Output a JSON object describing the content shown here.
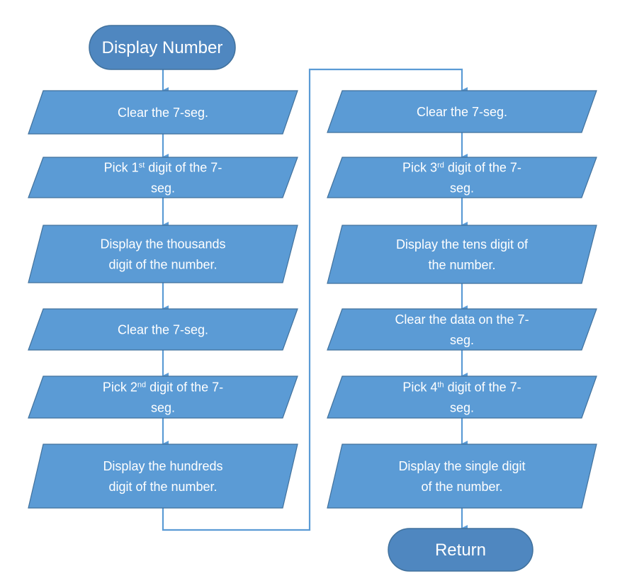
{
  "diagram": {
    "colors": {
      "fill": "#5b9bd5",
      "stroke": "#41719c",
      "terminal_fill": "#4f87c0",
      "connector": "#5b9bd5",
      "text": "#ffffff"
    },
    "start": {
      "label": "Display Number"
    },
    "end": {
      "label": "Return"
    },
    "left_steps": [
      {
        "lines": [
          {
            "parts": [
              {
                "t": "Clear the 7-seg."
              }
            ]
          }
        ]
      },
      {
        "lines": [
          {
            "parts": [
              {
                "t": "Pick 1"
              },
              {
                "t": "st",
                "sup": true
              },
              {
                "t": " digit of the 7-"
              }
            ]
          },
          {
            "parts": [
              {
                "t": "seg."
              }
            ]
          }
        ]
      },
      {
        "lines": [
          {
            "parts": [
              {
                "t": "Display the thousands"
              }
            ]
          },
          {
            "parts": [
              {
                "t": "digit of the number."
              }
            ]
          }
        ]
      },
      {
        "lines": [
          {
            "parts": [
              {
                "t": "Clear the 7-seg."
              }
            ]
          }
        ]
      },
      {
        "lines": [
          {
            "parts": [
              {
                "t": "Pick 2"
              },
              {
                "t": "nd",
                "sup": true
              },
              {
                "t": " digit of the 7-"
              }
            ]
          },
          {
            "parts": [
              {
                "t": "seg."
              }
            ]
          }
        ]
      },
      {
        "lines": [
          {
            "parts": [
              {
                "t": "Display the hundreds"
              }
            ]
          },
          {
            "parts": [
              {
                "t": "digit of the number."
              }
            ]
          }
        ]
      }
    ],
    "right_steps": [
      {
        "lines": [
          {
            "parts": [
              {
                "t": "Clear the 7-seg."
              }
            ]
          }
        ]
      },
      {
        "lines": [
          {
            "parts": [
              {
                "t": "Pick 3"
              },
              {
                "t": "rd",
                "sup": true
              },
              {
                "t": " digit of the 7-"
              }
            ]
          },
          {
            "parts": [
              {
                "t": "seg."
              }
            ]
          }
        ]
      },
      {
        "lines": [
          {
            "parts": [
              {
                "t": "Display the  tens digit of"
              }
            ]
          },
          {
            "parts": [
              {
                "t": "the number."
              }
            ]
          }
        ]
      },
      {
        "lines": [
          {
            "parts": [
              {
                "t": "Clear the data on the 7-"
              }
            ]
          },
          {
            "parts": [
              {
                "t": "seg."
              }
            ]
          }
        ]
      },
      {
        "lines": [
          {
            "parts": [
              {
                "t": "Pick 4"
              },
              {
                "t": "th",
                "sup": true
              },
              {
                "t": " digit of the 7-"
              }
            ]
          },
          {
            "parts": [
              {
                "t": "seg."
              }
            ]
          }
        ]
      },
      {
        "lines": [
          {
            "parts": [
              {
                "t": "Display the single digit"
              }
            ]
          },
          {
            "parts": [
              {
                "t": "of the number."
              }
            ]
          }
        ]
      }
    ]
  }
}
